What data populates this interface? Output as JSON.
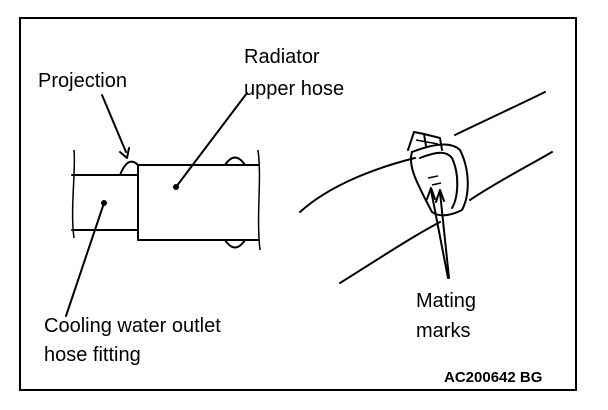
{
  "labels": {
    "projection": "Projection",
    "radiator_line1": "Radiator",
    "radiator_line2": "upper hose",
    "cooling_line1": "Cooling water outlet",
    "cooling_line2": "hose fitting",
    "mating_line1": "Mating",
    "mating_line2": "marks",
    "figure_code": "AC200642 BG"
  }
}
